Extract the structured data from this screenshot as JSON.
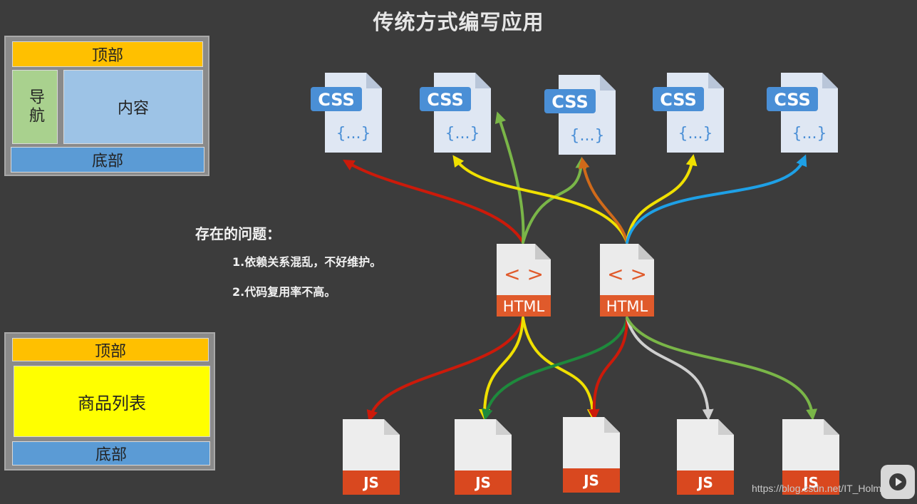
{
  "title": "传统方式编写应用",
  "layout_top": {
    "header": "顶部",
    "nav": "导航",
    "content": "内容",
    "footer": "底部"
  },
  "layout_bottom": {
    "header": "顶部",
    "content": "商品列表",
    "footer": "底部"
  },
  "problems": {
    "title": "存在的问题：",
    "items": [
      "1.依赖关系混乱，不好维护。",
      "2.代码复用率不高。"
    ]
  },
  "files": {
    "css_badge": "CSS",
    "css_braces": "{...}",
    "html_badge": "HTML",
    "html_glyph": "< >",
    "js_badge": "JS"
  },
  "colors": {
    "background": "#3c3c3c",
    "css_badge": "#4a8fd6",
    "html_badge": "#e05a2b",
    "js_badge": "#d9481f",
    "arrow_red": "#cc1a0a",
    "arrow_yellow": "#f0e000",
    "arrow_green_light": "#7ab648",
    "arrow_green_dark": "#1e8a3c",
    "arrow_orange": "#d06a1a",
    "arrow_blue": "#1ea0e6",
    "arrow_gray": "#cfcfcf"
  },
  "watermark": "https://blog.csdn.net/IT_Holmes"
}
